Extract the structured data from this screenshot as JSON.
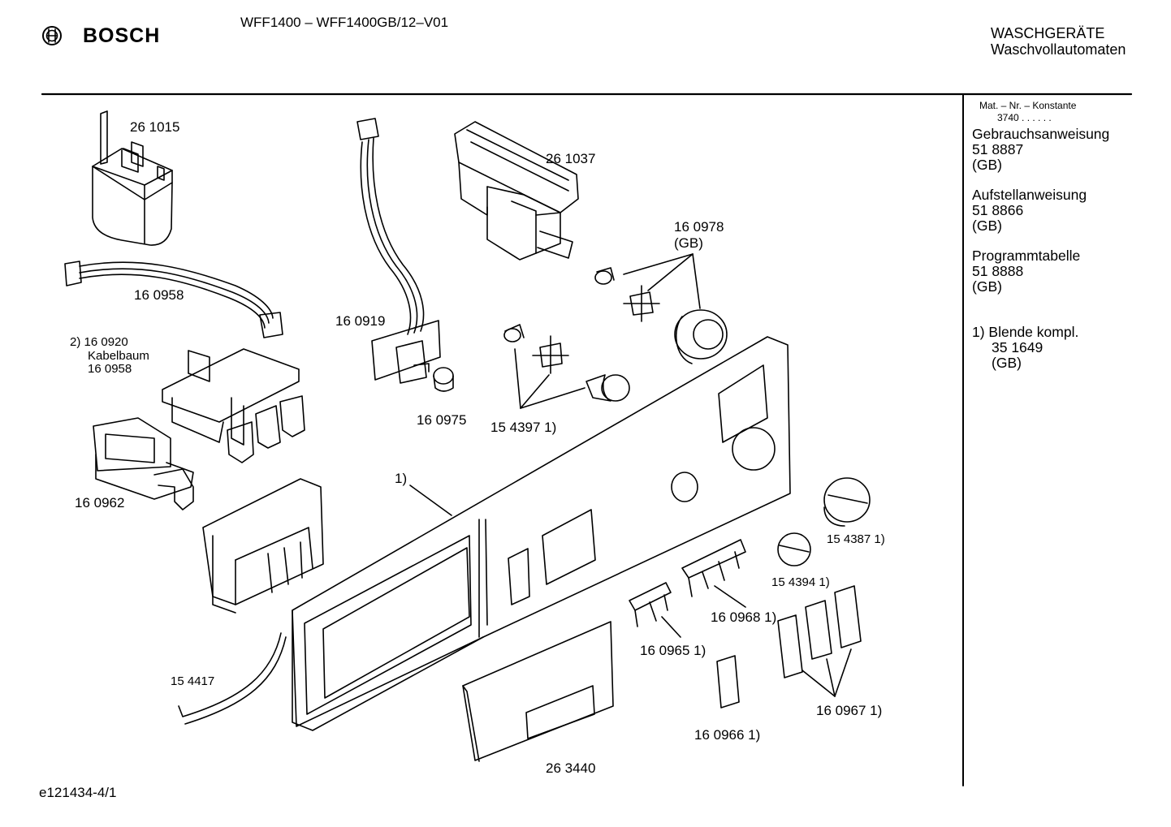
{
  "header": {
    "brand": "BOSCH",
    "model": "WFF1400 – WFF1400GB/12–V01",
    "category_line1": "WASCHGERÄTE",
    "category_line2": "Waschvollautomaten"
  },
  "sidebar": {
    "mat_label": "Mat. – Nr. – Konstante",
    "mat_value": "3740 . . . . . .",
    "doc1_title": "Gebrauchsanweisung",
    "doc1_number": "51 8887",
    "doc1_region": "(GB)",
    "doc2_title": "Aufstellanweisung",
    "doc2_number": "51 8866",
    "doc2_region": "(GB)",
    "doc3_title": "Programmtabelle",
    "doc3_number": "51 8888",
    "doc3_region": "(GB)",
    "note_title": "1)  Blende kompl.",
    "note_number": "35 1649",
    "note_region": "(GB)"
  },
  "parts": {
    "p261015": "26 1015",
    "p160958": "16 0958",
    "p160920": "2) 16 0920",
    "kabelbaum": "Kabelbaum",
    "kabelbaum_ref": "16 0958",
    "p160962": "16 0962",
    "p160919": "16 0919",
    "p160975": "16 0975",
    "p261037": "26 1037",
    "p160978": "16 0978",
    "p160978_region": "(GB)",
    "p154397": "15 4397 1)",
    "panel_note": "1)",
    "p154387": "15 4387 1)",
    "p154394": "15 4394 1)",
    "p160968": "16 0968 1)",
    "p160965": "16 0965 1)",
    "p160966": "16 0966 1)",
    "p160967": "16 0967 1)",
    "p154417": "15 4417",
    "p263440": "26 3440"
  },
  "footer": {
    "drawing_id": "e121434-4/1"
  }
}
